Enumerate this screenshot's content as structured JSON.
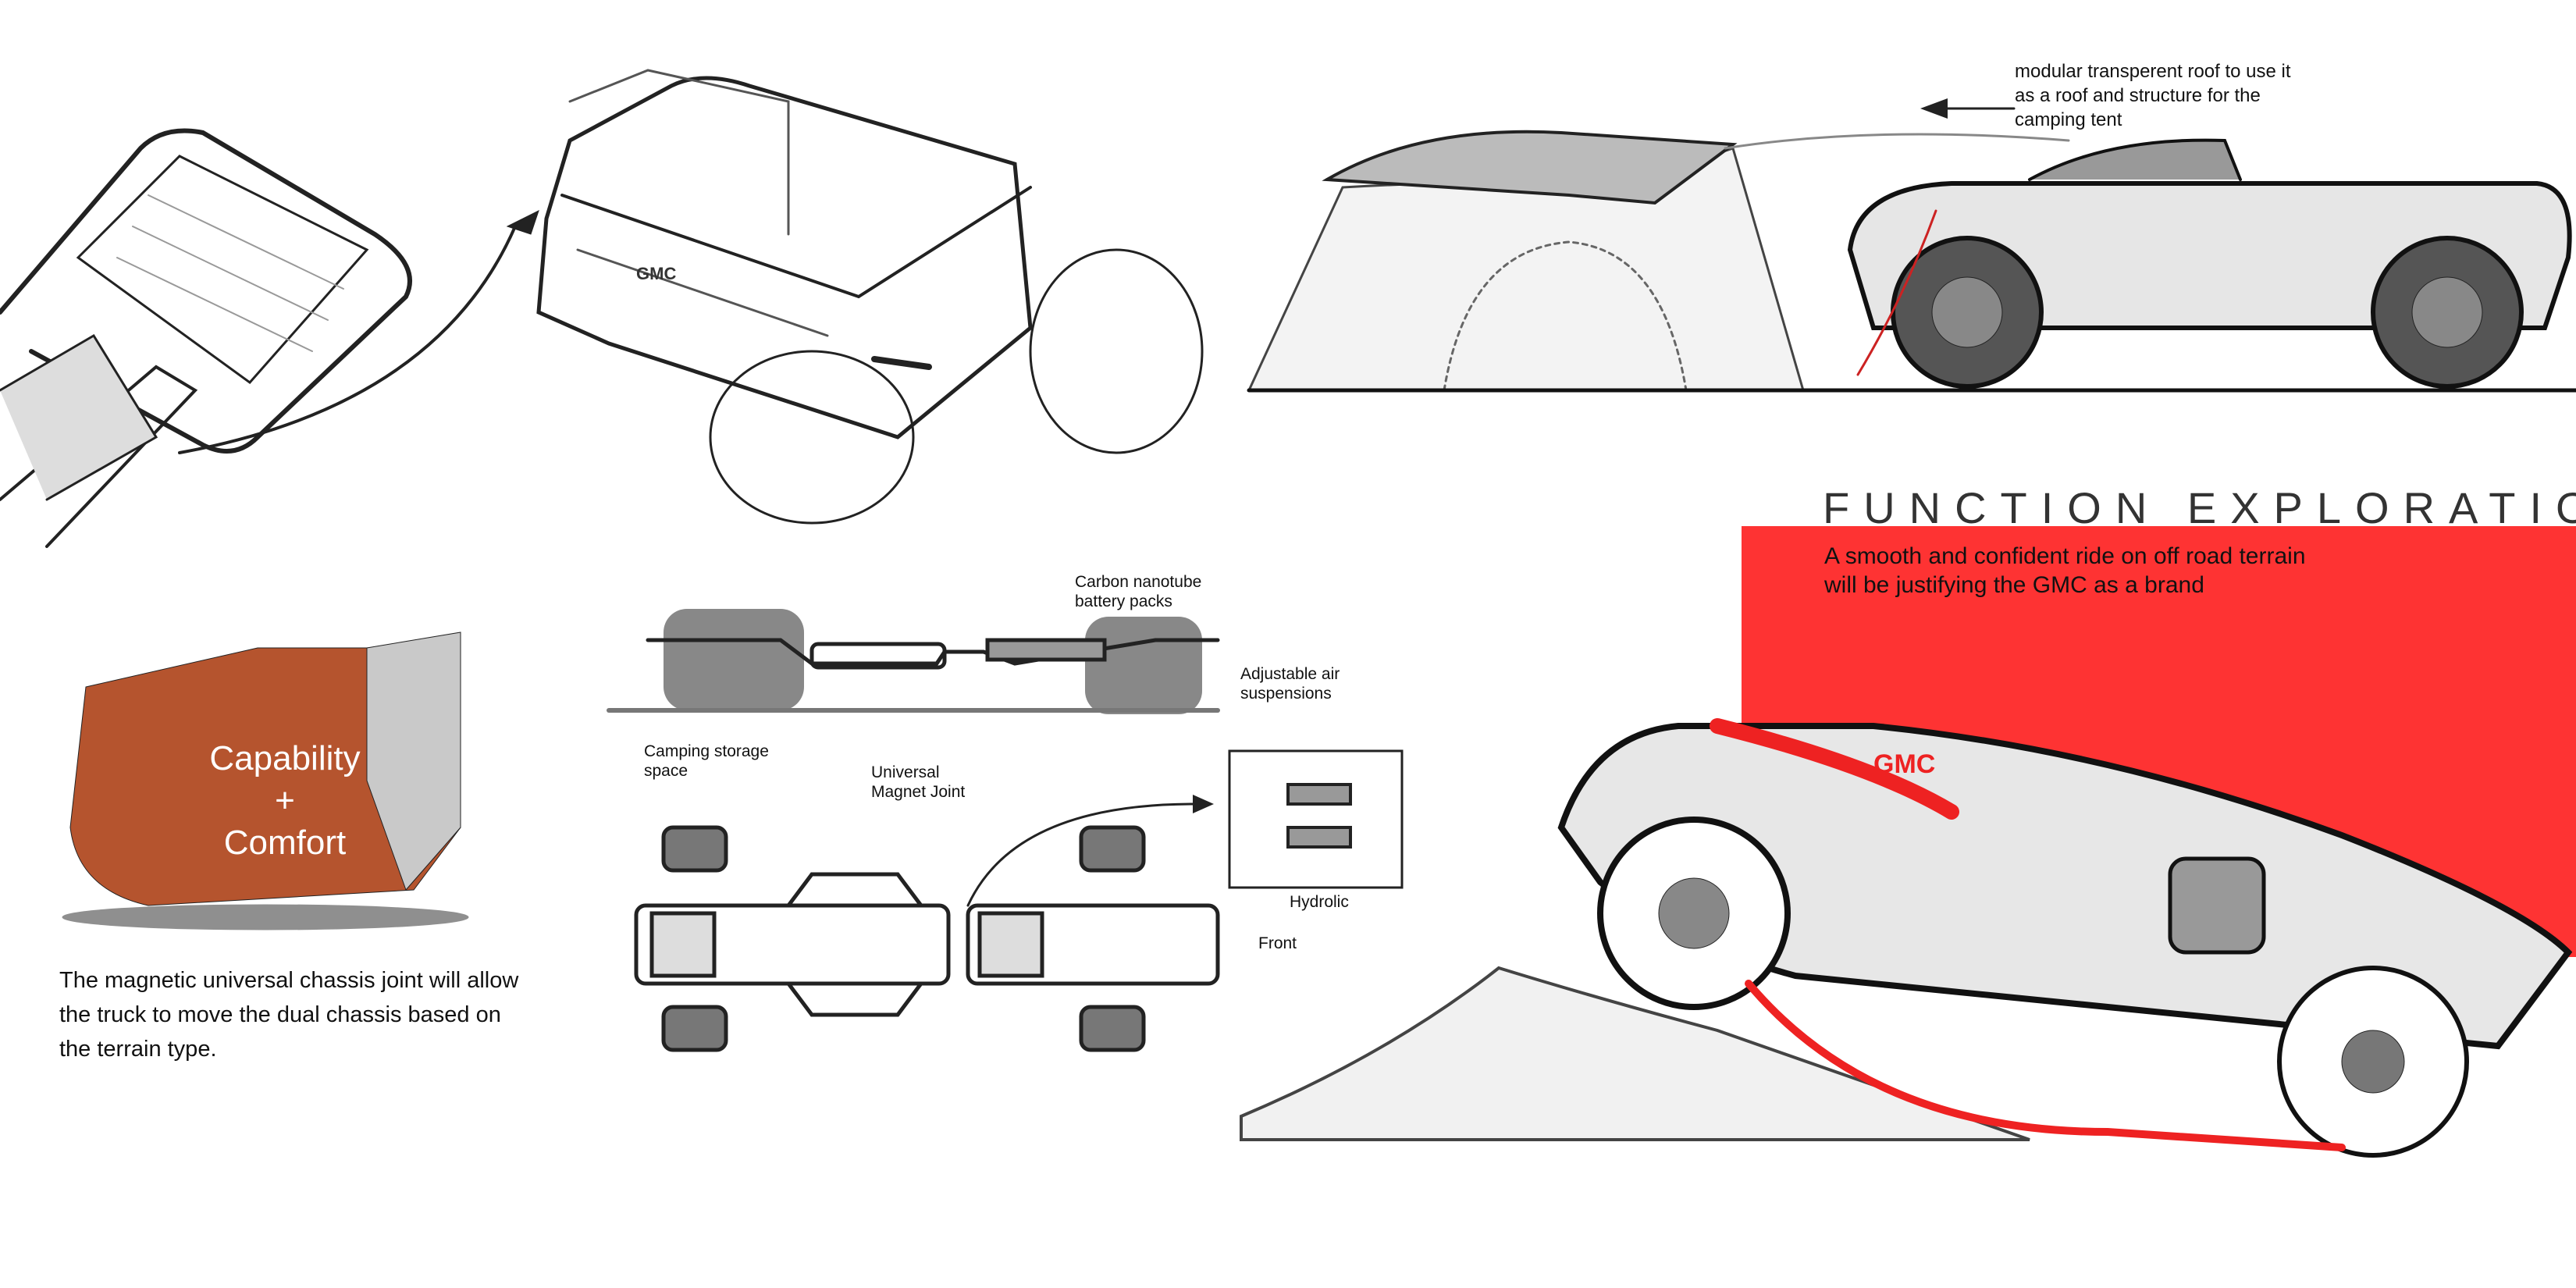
{
  "annotations": {
    "roof_note": [
      "modular transperent roof to use it",
      "as a roof and structure for the",
      "camping tent"
    ],
    "section_title": "FUNCTION EXPLORATION",
    "red_panel_text": [
      "A smooth and confident ride on off road terrain",
      "will be justifying the GMC as a brand"
    ],
    "capability_badge": [
      "Capability",
      "+",
      "Comfort"
    ],
    "chassis_text": [
      "The magnetic universal chassis joint will allow",
      "the truck to move the dual chassis based on",
      "the terrain type."
    ]
  },
  "diagram_labels": {
    "battery": [
      "Carbon nanotube",
      "battery packs"
    ],
    "suspension": [
      "Adjustable air",
      "suspensions"
    ],
    "storage": [
      "Camping storage",
      "space"
    ],
    "joint": [
      "Universal",
      "Magnet Joint"
    ],
    "hydrolic": "Hydrolic",
    "front": "Front"
  },
  "logos": {
    "gmc": "GMC"
  },
  "colors": {
    "accent_red": "#fe3333",
    "text": "#111111",
    "title": "#333333"
  }
}
